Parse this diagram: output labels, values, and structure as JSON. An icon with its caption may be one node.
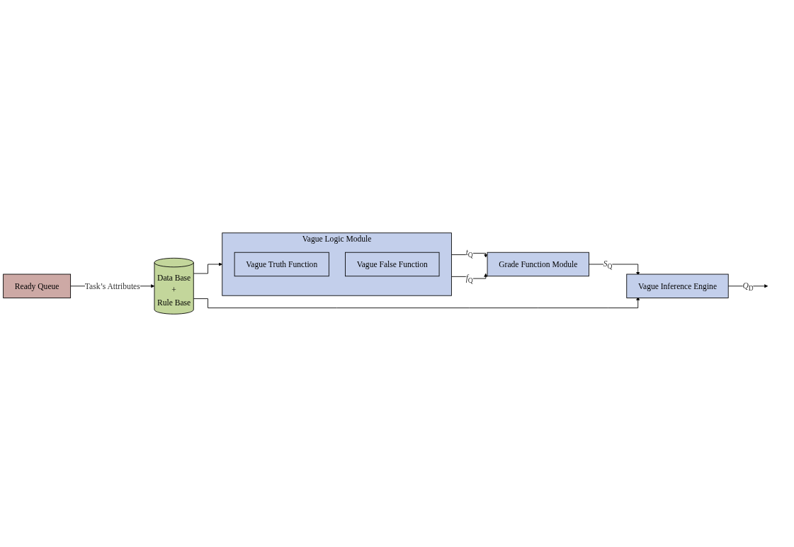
{
  "diagram": {
    "nodes": [
      {
        "text": [
          "Ready Queue"
        ]
      },
      {
        "text": [
          "Vague Logic Module"
        ]
      },
      {
        "text": [
          "Vague Truth Function"
        ],
        "in": 1
      },
      {
        "text": [
          "Vague False Function"
        ],
        "in": 1
      },
      {
        "text": [
          "Grade Function Module"
        ]
      },
      {
        "text": [
          "Vague Inference Engine"
        ]
      },
      {
        "text": [
          "Data Base",
          "+",
          "Rule Base"
        ]
      }
    ],
    "edges": [
      {
        "from": 0,
        "to": 6,
        "arrow": "to",
        "label": "Task’s Attributes"
      },
      {
        "from": 1,
        "to": 4,
        "arrow": "to",
        "label": "*t*$_{Q}$"
      },
      {
        "from": 1,
        "to": 4,
        "arrow": "to",
        "label": "*f*$_{Q}$"
      },
      {
        "from": 4,
        "to": 5,
        "arrow": "to",
        "label": "*S*$_{Q}$"
      },
      {
        "from": 5,
        "to": null,
        "arrow": "to",
        "label": "*Q*$_{D}$"
      },
      {
        "from": 6,
        "to": 1,
        "arrow": "to"
      },
      {
        "from": 6,
        "to": 5,
        "arrow": "to"
      }
    ]
  }
}
